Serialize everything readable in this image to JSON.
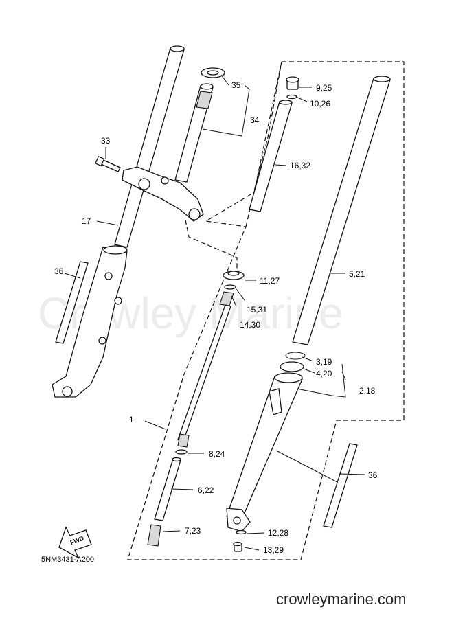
{
  "watermark": "Crowley Marine",
  "diagram_code": "5NM3431-A200",
  "website": "crowleymarine.com",
  "fwd_label": "FWD",
  "callouts": {
    "c1": "1",
    "c2": "2,18",
    "c3": "3,19",
    "c4": "4,20",
    "c5": "5,21",
    "c6": "6,22",
    "c7": "7,23",
    "c8": "8,24",
    "c9": "9,25",
    "c10": "10,26",
    "c11": "11,27",
    "c12": "12,28",
    "c13": "13,29",
    "c14": "14,30",
    "c15": "15,31",
    "c16": "16,32",
    "c17": "17",
    "c33": "33",
    "c34": "34",
    "c35": "35",
    "c36a": "36",
    "c36b": "36"
  }
}
